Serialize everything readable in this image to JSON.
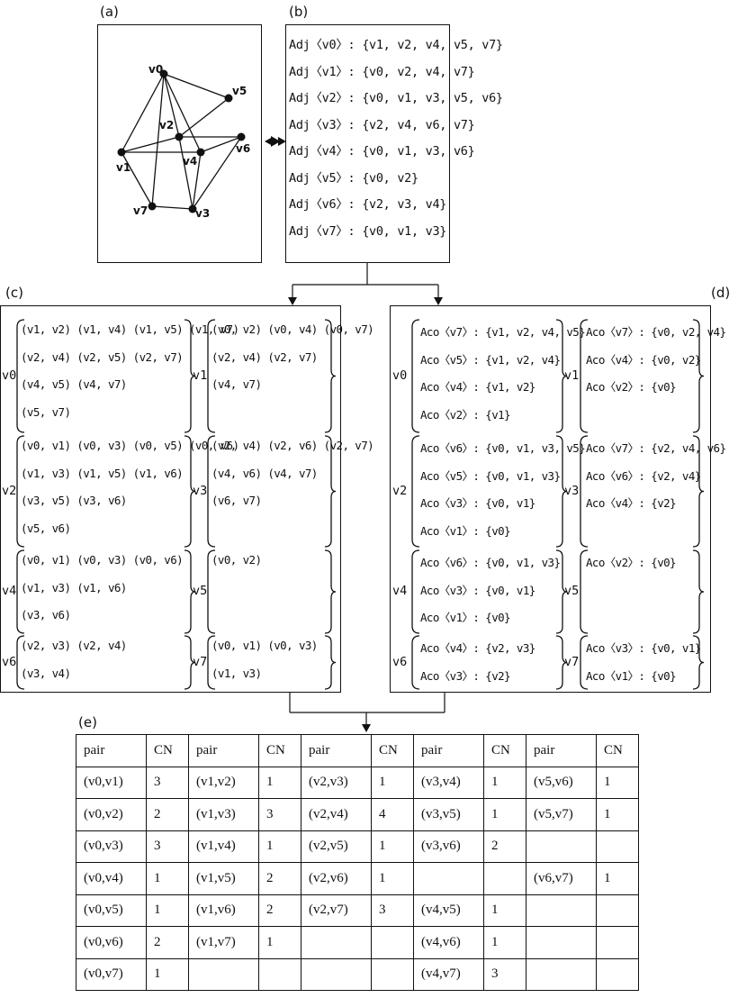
{
  "panel_labels": {
    "a": "(a)",
    "b": "(b)",
    "c": "(c)",
    "d": "(d)",
    "e": "(e)"
  },
  "graph": {
    "vertices": [
      {
        "id": "v0",
        "label": "v0"
      },
      {
        "id": "v1",
        "label": "v1"
      },
      {
        "id": "v2",
        "label": "v2"
      },
      {
        "id": "v3",
        "label": "v3"
      },
      {
        "id": "v4",
        "label": "v4"
      },
      {
        "id": "v5",
        "label": "v5"
      },
      {
        "id": "v6",
        "label": "v6"
      },
      {
        "id": "v7",
        "label": "v7"
      }
    ],
    "edges": [
      [
        "v0",
        "v1"
      ],
      [
        "v0",
        "v2"
      ],
      [
        "v0",
        "v4"
      ],
      [
        "v0",
        "v5"
      ],
      [
        "v0",
        "v7"
      ],
      [
        "v1",
        "v2"
      ],
      [
        "v1",
        "v4"
      ],
      [
        "v1",
        "v7"
      ],
      [
        "v2",
        "v3"
      ],
      [
        "v2",
        "v5"
      ],
      [
        "v2",
        "v6"
      ],
      [
        "v3",
        "v4"
      ],
      [
        "v3",
        "v6"
      ],
      [
        "v3",
        "v7"
      ],
      [
        "v4",
        "v6"
      ]
    ]
  },
  "adjacency": [
    "Adj〈v0〉: {v1, v2, v4, v5, v7}",
    "Adj〈v1〉: {v0, v2, v4, v7}",
    "Adj〈v2〉: {v0, v1, v3, v5, v6}",
    "Adj〈v3〉: {v2, v4, v6, v7}",
    "Adj〈v4〉: {v0, v1, v3, v6}",
    "Adj〈v5〉: {v0, v2}",
    "Adj〈v6〉: {v2, v3, v4}",
    "Adj〈v7〉: {v0, v1, v3}"
  ],
  "pairs_c": [
    {
      "v": "v0",
      "lines": [
        "(v1, v2) (v1, v4) (v1, v5) (v1, v7)",
        "(v2, v4) (v2, v5) (v2, v7)",
        "(v4, v5) (v4, v7)",
        "(v5, v7)"
      ]
    },
    {
      "v": "v1",
      "lines": [
        "(v0, v2) (v0, v4) (v0, v7)",
        "(v2, v4) (v2, v7)",
        "(v4, v7)"
      ]
    },
    {
      "v": "v2",
      "lines": [
        "(v0, v1) (v0, v3) (v0, v5) (v0, v6)",
        "(v1, v3) (v1, v5) (v1, v6)",
        "(v3, v5) (v3, v6)",
        "(v5, v6)"
      ]
    },
    {
      "v": "v3",
      "lines": [
        "(v2, v4) (v2, v6) (v2, v7)",
        "(v4, v6) (v4, v7)",
        "(v6, v7)"
      ]
    },
    {
      "v": "v4",
      "lines": [
        "(v0, v1) (v0, v3) (v0, v6)",
        "(v1, v3) (v1, v6)",
        "(v3, v6)"
      ]
    },
    {
      "v": "v5",
      "lines": [
        "(v0, v2)"
      ]
    },
    {
      "v": "v6",
      "lines": [
        "(v2, v3) (v2, v4)",
        "(v3, v4)"
      ]
    },
    {
      "v": "v7",
      "lines": [
        "(v0, v1) (v0, v3)",
        "(v1, v3)"
      ]
    }
  ],
  "aco_d": [
    {
      "v": "v0",
      "lines": [
        "Aco〈v7〉: {v1, v2, v4, v5}",
        "Aco〈v5〉: {v1, v2, v4}",
        "Aco〈v4〉: {v1, v2}",
        "Aco〈v2〉: {v1}"
      ]
    },
    {
      "v": "v1",
      "lines": [
        "Aco〈v7〉: {v0, v2, v4}",
        "Aco〈v4〉: {v0, v2}",
        "Aco〈v2〉: {v0}"
      ]
    },
    {
      "v": "v2",
      "lines": [
        "Aco〈v6〉: {v0, v1, v3, v5}",
        "Aco〈v5〉: {v0, v1, v3}",
        "Aco〈v3〉: {v0, v1}",
        "Aco〈v1〉: {v0}"
      ]
    },
    {
      "v": "v3",
      "lines": [
        "Aco〈v7〉: {v2, v4, v6}",
        "Aco〈v6〉: {v2, v4}",
        "Aco〈v4〉: {v2}"
      ]
    },
    {
      "v": "v4",
      "lines": [
        "Aco〈v6〉: {v0, v1, v3}",
        "Aco〈v3〉: {v0, v1}",
        "Aco〈v1〉: {v0}"
      ]
    },
    {
      "v": "v5",
      "lines": [
        "Aco〈v2〉: {v0}"
      ]
    },
    {
      "v": "v6",
      "lines": [
        "Aco〈v4〉: {v2, v3}",
        "Aco〈v3〉: {v2}"
      ]
    },
    {
      "v": "v7",
      "lines": [
        "Aco〈v3〉: {v0, v1}",
        "Aco〈v1〉: {v0}"
      ]
    }
  ],
  "cn_table": {
    "header": [
      "pair",
      "CN",
      "pair",
      "CN",
      "pair",
      "CN",
      "pair",
      "CN",
      "pair",
      "CN"
    ],
    "rows": [
      [
        "(v0,v1)",
        "3",
        "(v1,v2)",
        "1",
        "(v2,v3)",
        "1",
        "(v3,v4)",
        "1",
        "(v5,v6)",
        "1"
      ],
      [
        "(v0,v2)",
        "2",
        "(v1,v3)",
        "3",
        "(v2,v4)",
        "4",
        "(v3,v5)",
        "1",
        "(v5,v7)",
        "1"
      ],
      [
        "(v0,v3)",
        "3",
        "(v1,v4)",
        "1",
        "(v2,v5)",
        "1",
        "(v3,v6)",
        "2",
        "",
        ""
      ],
      [
        "(v0,v4)",
        "1",
        "(v1,v5)",
        "2",
        "(v2,v6)",
        "1",
        "",
        "",
        "(v6,v7)",
        "1"
      ],
      [
        "(v0,v5)",
        "1",
        "(v1,v6)",
        "2",
        "(v2,v7)",
        "3",
        "(v4,v5)",
        "1",
        "",
        ""
      ],
      [
        "(v0,v6)",
        "2",
        "(v1,v7)",
        "1",
        "",
        "",
        "(v4,v6)",
        "1",
        "",
        ""
      ],
      [
        "(v0,v7)",
        "1",
        "",
        "",
        "",
        "",
        "(v4,v7)",
        "3",
        "",
        ""
      ]
    ]
  }
}
